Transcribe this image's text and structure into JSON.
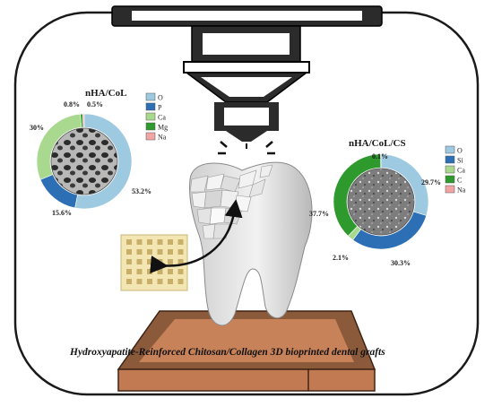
{
  "caption": "Hydroxyapatite-Reinforced Chitosan/Collagen 3D bioprinted dental grafts",
  "charts": [
    {
      "title": "nHA/CoL",
      "legend": [
        {
          "label": "O",
          "color": "#9ecae1"
        },
        {
          "label": "P",
          "color": "#2c6fb5"
        },
        {
          "label": "Ca",
          "color": "#a9d88f"
        },
        {
          "label": "Mg",
          "color": "#2e9a2e"
        },
        {
          "label": "Na",
          "color": "#f2a3a3"
        }
      ],
      "labels": [
        "53.2%",
        "15.6%",
        "30%",
        "0.8%",
        "0.5%"
      ]
    },
    {
      "title": "nHA/CoL/CS",
      "legend": [
        {
          "label": "O",
          "color": "#9ecae1"
        },
        {
          "label": "Si",
          "color": "#2c6fb5"
        },
        {
          "label": "Ca",
          "color": "#a9d88f"
        },
        {
          "label": "C",
          "color": "#2e9a2e"
        },
        {
          "label": "Na",
          "color": "#f2a3a3"
        }
      ],
      "labels": [
        "29.7%",
        "30.3%",
        "2.1%",
        "37.7%",
        "0.1%"
      ]
    }
  ],
  "chart_data": [
    {
      "type": "pie",
      "title": "nHA/CoL",
      "categories": [
        "O",
        "P",
        "Ca",
        "Mg",
        "Na"
      ],
      "values": [
        53.2,
        15.6,
        30,
        0.8,
        0.5
      ],
      "colors": [
        "#9ecae1",
        "#2c6fb5",
        "#a9d88f",
        "#2e9a2e",
        "#f2a3a3"
      ],
      "start_angle": 0,
      "legend_position": "top-right"
    },
    {
      "type": "pie",
      "title": "nHA/CoL/CS",
      "categories": [
        "O",
        "Si",
        "Ca",
        "C",
        "Na"
      ],
      "values": [
        29.7,
        30.3,
        2.1,
        37.7,
        0.1
      ],
      "colors": [
        "#9ecae1",
        "#2c6fb5",
        "#a9d88f",
        "#2e9a2e",
        "#f2a3a3"
      ],
      "start_angle": 0,
      "legend_position": "right"
    }
  ]
}
